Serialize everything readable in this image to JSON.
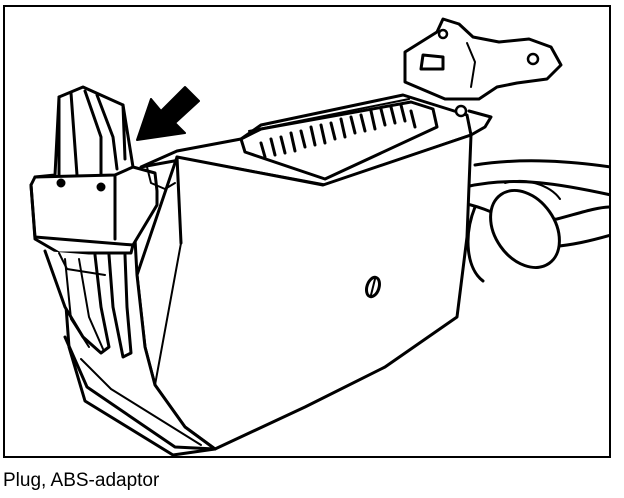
{
  "figure": {
    "caption": "Plug, ABS-adaptor",
    "ink_color": "#000000",
    "paper_color": "#ffffff"
  },
  "illustration": {
    "subject": "abs-adaptor-plug",
    "parts": [
      "locking-tab",
      "plug-housing",
      "contact-pins",
      "mounting-bracket",
      "cable",
      "arrow-indicator"
    ]
  }
}
